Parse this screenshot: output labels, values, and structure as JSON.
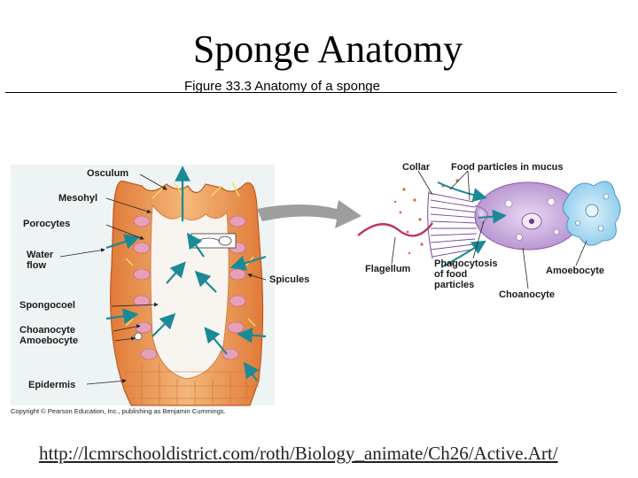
{
  "slide": {
    "title": "Sponge Anatomy",
    "figure_caption": "Figure 33.3  Anatomy of a sponge",
    "copyright": "Copyright © Pearson Education, Inc., publishing as Benjamin Cummings.",
    "link": "http://lcmrschooldistrict.com/roth/Biology_animate/Ch26/Active.Art/"
  },
  "labels": {
    "osculum": "Osculum",
    "mesohyl": "Mesohyl",
    "porocytes": "Porocytes",
    "water_flow_1": "Water",
    "water_flow_2": "flow",
    "spongocoel": "Spongocoel",
    "choanocyte_left": "Choanocyte",
    "amoebocyte_left": "Amoebocyte",
    "epidermis": "Epidermis",
    "spicules": "Spicules",
    "collar": "Collar",
    "food_particles": "Food particles in mucus",
    "flagellum": "Flagellum",
    "phago_1": "Phagocytosis",
    "phago_2": "of food",
    "phago_3": "particles",
    "amoebocyte_right": "Amoebocyte",
    "choanocyte_right": "Choanocyte"
  },
  "colors": {
    "body_wall": "#e8904a",
    "body_wall_light": "#f2b070",
    "spongocoel": "#f8f4f0",
    "flow_arrow": "#1a8a96",
    "choanocyte_cell": "#c4a0d8",
    "amoebocyte_cell": "#a8d8f0",
    "pointer_arrow": "#a0a0a0"
  }
}
